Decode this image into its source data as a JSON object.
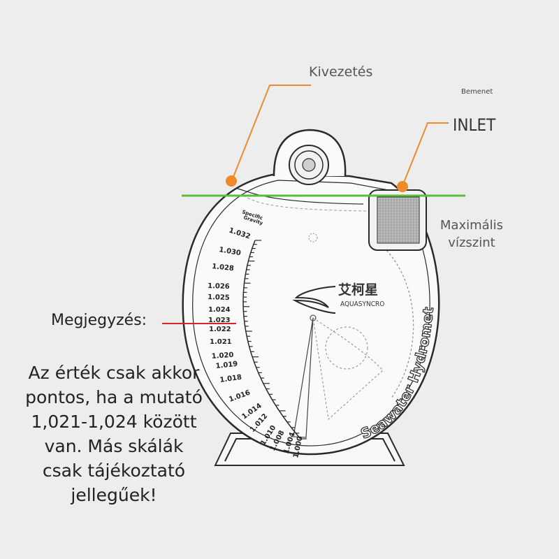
{
  "labels": {
    "outlet": "Kivezetés",
    "inlet_small": "Bemenet",
    "inlet": "INLET",
    "max_level": "Maximális vízszint",
    "note_title": "Megjegyzés:",
    "note_text": "Az érték csak akkor pontos, ha a mutató 1,021-1,024 között van. Más skálák csak tájékoztató jellegűek!"
  },
  "device": {
    "brand_cn": "艾柯星",
    "brand": "AQUASYNCRO",
    "product": "Seawater Hydrometer",
    "scale_title_1": "Specific",
    "scale_title_2": "Gravity",
    "scale_ticks": [
      "1.032",
      "1.030",
      "1.028",
      "1.026",
      "1.025",
      "1.024",
      "1.023",
      "1.022",
      "1.021",
      "1.020",
      "1.019",
      "1.018",
      "1.016",
      "1.014",
      "1.012",
      "1.010",
      "1.008",
      "1.004",
      "1.000"
    ]
  },
  "colors": {
    "max_level_line": "#5cbd3c",
    "callout_orange": "#ee8a2c",
    "note_pointer_red": "#d9232a",
    "device_line": "#2a2a2a"
  }
}
